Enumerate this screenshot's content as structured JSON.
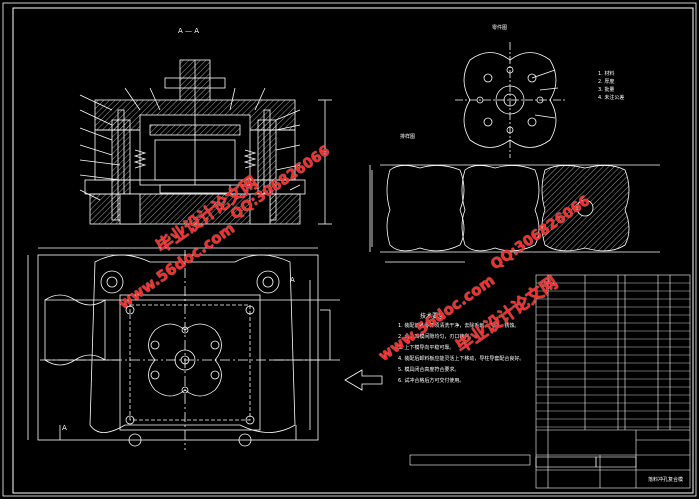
{
  "drawing": {
    "section_label": "A — A",
    "view_marker_top": "A",
    "view_marker_bottom": "A",
    "plan_label_1": "零件图",
    "plan_label_2": "排样图",
    "notes_title": "技术要求",
    "notes": [
      "1. 装配前各零件须清洗干净，去除毛刺、飞边、锈蚀。",
      "2. 凸、凹模间隙均匀，刃口锋利。",
      "3. 上下模导向平稳可靠。",
      "4. 装配后卸料板应能灵活上下移动，导柱导套配合良好。",
      "5. 模具闭合高度符合要求。",
      "6. 试冲合格后方可交付使用。"
    ],
    "part_notes": [
      "1. 材料",
      "2. 厚度",
      "3. 批量",
      "4. 未注公差"
    ],
    "title_block_text": "落料冲孔复合模"
  },
  "watermarks": [
    {
      "text": "毕业设计论文网"
    },
    {
      "text": "www.56doc.com"
    },
    {
      "text": "QQ:306826066"
    },
    {
      "text": "毕业设计论文网"
    },
    {
      "text": "www.56doc.com"
    },
    {
      "text": "QQ:306826066"
    }
  ],
  "colors": {
    "background": "#000000",
    "line": "#ffffff",
    "watermark": "#ff2a2a"
  }
}
